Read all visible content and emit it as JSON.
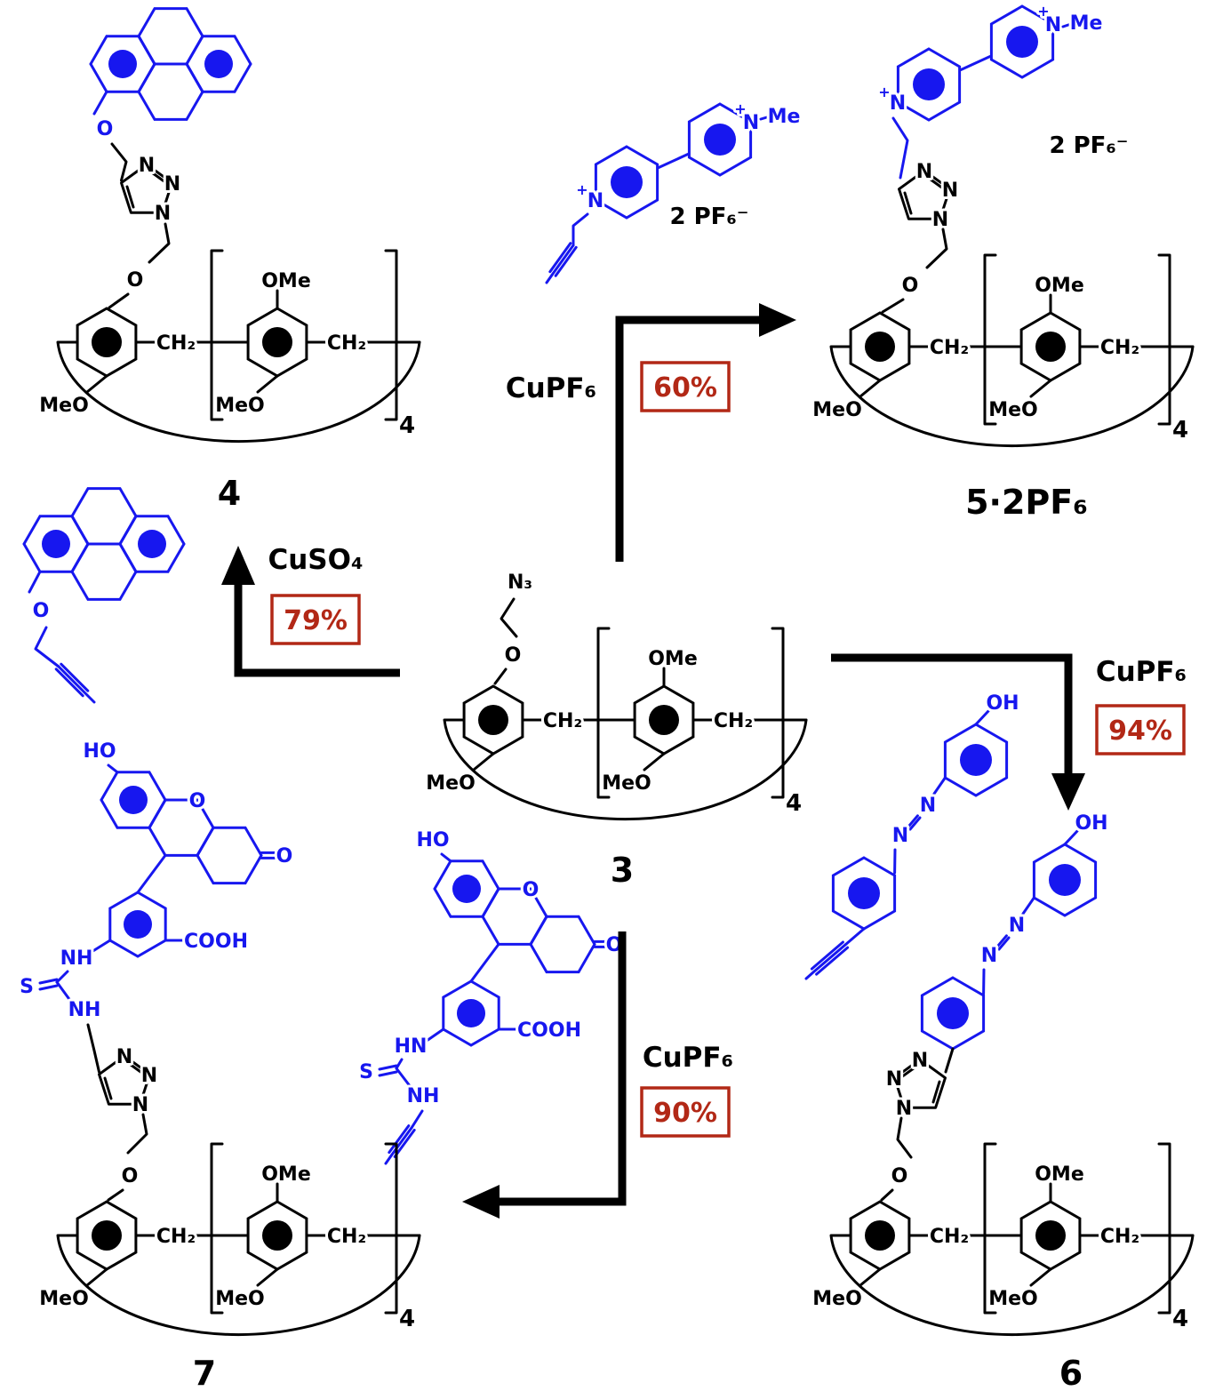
{
  "compounds": {
    "c3": "3",
    "c4": "4",
    "c5": "5·2PF₆",
    "c6": "6",
    "c7": "7"
  },
  "reactions": {
    "to4": {
      "catalyst": "CuSO₄",
      "yield": "79%"
    },
    "to5": {
      "catalyst": "CuPF₆",
      "yield": "60%"
    },
    "to6": {
      "catalyst": "CuPF₆",
      "yield": "94%"
    },
    "to7": {
      "catalyst": "CuPF₆",
      "yield": "90%"
    }
  },
  "counterion": "2 PF₆⁻",
  "labels": {
    "ome": "OMe",
    "meo": "MeO",
    "ch2": "CH₂",
    "sub4": "4",
    "o": "O",
    "n": "N",
    "n3": "N₃",
    "plus": "+",
    "me": "Me",
    "oh": "OH",
    "ho": "HO",
    "cooh": "COOH",
    "nh": "NH",
    "hn": "HN",
    "s": "S"
  },
  "colors": {
    "guest_blue": "#1717ef",
    "backbone_black": "#000000",
    "yield_red": "#b22816"
  }
}
